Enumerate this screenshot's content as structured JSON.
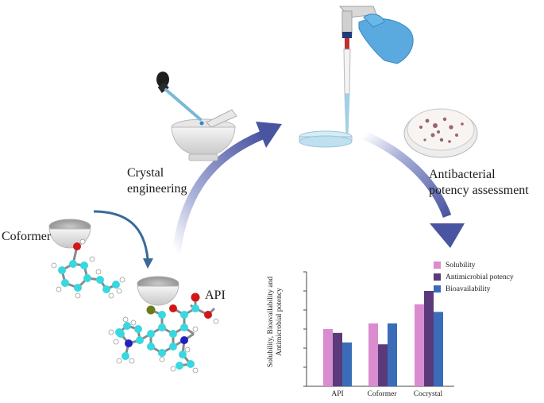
{
  "labels": {
    "crystal_engineering": [
      "Crystal",
      "engineering"
    ],
    "antibacterial": [
      "Antibacterial",
      "potency assessment"
    ],
    "coformer": "Coformer",
    "api": "API"
  },
  "colors": {
    "arrow": "#4a55a2",
    "curved_arrow": "#3a6a9a",
    "solubility": "#d98ccf",
    "antimicrobial": "#5a3a7a",
    "bioavailability": "#3a6cb8",
    "atom_carbon": "#38d8e0",
    "atom_oxygen": "#d01818",
    "atom_nitrogen": "#2020c0",
    "atom_fluorine": "#6a7a18"
  },
  "chart_data": {
    "type": "bar",
    "categories": [
      "API",
      "Coformer",
      "Cocrystal"
    ],
    "series": [
      {
        "name": "Solubility",
        "values": [
          3.0,
          3.3,
          4.3
        ]
      },
      {
        "name": "Antimicrobial potency",
        "values": [
          2.8,
          2.2,
          5.0
        ]
      },
      {
        "name": "Bioavailability",
        "values": [
          2.3,
          3.3,
          3.9
        ]
      }
    ],
    "ylabel": "Solubility, Bioavailability and Antimicrobial potency",
    "xlabel": "",
    "ylim": [
      0,
      6
    ],
    "grid": false,
    "legend_position": "top-right"
  }
}
